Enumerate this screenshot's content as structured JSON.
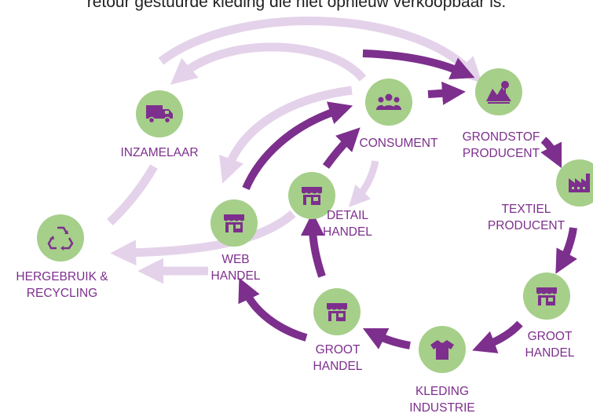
{
  "caption": "retour gestuurde kleding die niet opnieuw verkoopbaar is.",
  "colors": {
    "node_fill": "#a6cf8a",
    "icon": "#7d2f8d",
    "label": "#7d2f8d",
    "main_flow": "#7d2f8d",
    "return_flow": "#e4d2ea"
  },
  "nodes": {
    "inzamelaar": {
      "icon": "truck-icon",
      "lines": [
        "INZAMELAAR"
      ]
    },
    "hergebruik": {
      "icon": "recycle-icon",
      "lines": [
        "HERGEBRUIK &",
        "RECYCLING"
      ]
    },
    "consument": {
      "icon": "people-icon",
      "lines": [
        "CONSUMENT"
      ]
    },
    "grondstof": {
      "icon": "land-icon",
      "lines": [
        "GRONDSTOF",
        "PRODUCENT"
      ]
    },
    "textiel": {
      "icon": "factory-icon",
      "lines": [
        "TEXTIEL",
        "PRODUCENT"
      ]
    },
    "groothandel_right": {
      "icon": "shop-icon",
      "lines": [
        "GROOT",
        "HANDEL"
      ]
    },
    "kleding": {
      "icon": "shirt-icon",
      "lines": [
        "KLEDING",
        "INDUSTRIE"
      ]
    },
    "groothandel_left": {
      "icon": "shop-icon",
      "lines": [
        "GROOT",
        "HANDEL"
      ]
    },
    "webhandel": {
      "icon": "shop-icon",
      "lines": [
        "WEB",
        "HANDEL"
      ]
    },
    "detailhandel": {
      "icon": "shop-icon",
      "lines": [
        "DETAIL",
        "HANDEL"
      ]
    }
  }
}
